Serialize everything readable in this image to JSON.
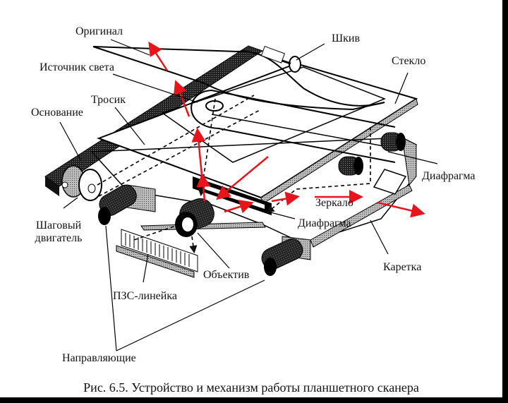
{
  "figure": {
    "caption": "Рис. 6.5. Устройство и механизм работы планшетного сканера",
    "accent_color": "#e8141b",
    "labels": {
      "original": "Оригинал",
      "pulley": "Шкив",
      "glass": "Стекло",
      "light_source": "Источник света",
      "cable": "Тросик",
      "base": "Основание",
      "diaphragm_right": "Диафрагма",
      "mirror": "Зеркало",
      "diaphragm_center": "Диафрагма",
      "stepper_motor_line1": "Шаговый",
      "stepper_motor_line2": "двигатель",
      "lens": "Объектив",
      "carriage": "Каретка",
      "ccd_line": "ПЗС-линейка",
      "guides": "Направляющие"
    }
  }
}
